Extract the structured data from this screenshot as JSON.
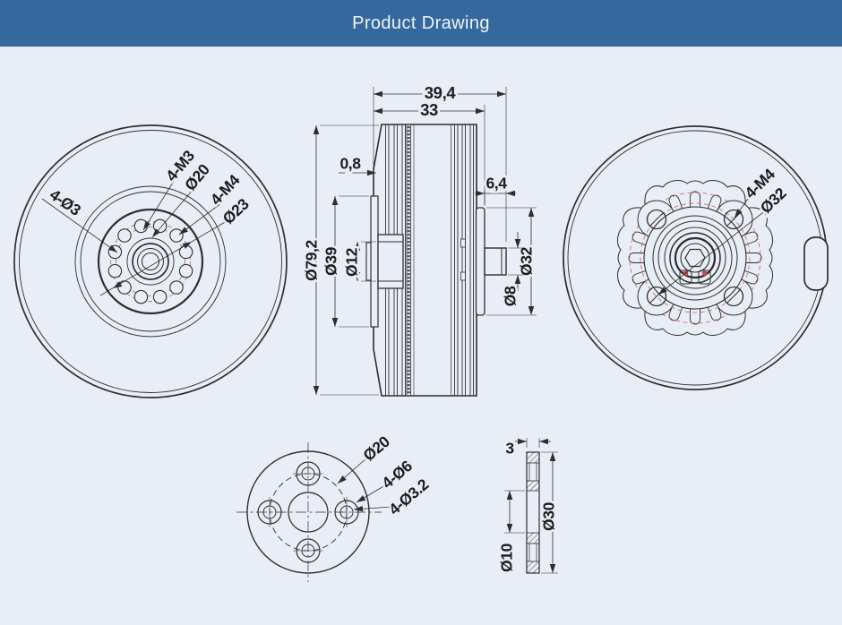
{
  "header": {
    "title": "Product Drawing",
    "bg": "#35689c",
    "text_color": "#eef3fa"
  },
  "canvas": {
    "bg": "#e9eef6",
    "line_color": "#2e2e2e",
    "accent_red": "#c87c7c",
    "accent_red_dot": "#c0504d"
  },
  "front_view": {
    "labels": {
      "holes": "4-Ø3",
      "tap_inner": "4-M3",
      "bolt_circle_inner": "Ø20",
      "tap_outer": "4-M4",
      "bolt_circle_outer": "Ø23"
    }
  },
  "side_view": {
    "dims": {
      "overall_length": "39,4",
      "body_length": "33",
      "flange_gap": "0,8",
      "shaft_length": "6,4",
      "outer_dia": "Ø79,2",
      "mount_dia": "Ø39",
      "boss_dia": "Ø12",
      "rear_boss_dia": "Ø32",
      "shaft_dia": "Ø8"
    }
  },
  "rear_view": {
    "labels": {
      "tap": "4-M4",
      "bolt_circle": "Ø32"
    }
  },
  "mount_flange_view": {
    "labels": {
      "bolt_circle": "Ø20",
      "counterbore": "4-Ø6",
      "through_holes": "4-Ø3.2"
    }
  },
  "flange_section": {
    "dims": {
      "thickness": "3",
      "outer_dia": "Ø30",
      "bore_dia": "Ø10"
    }
  }
}
